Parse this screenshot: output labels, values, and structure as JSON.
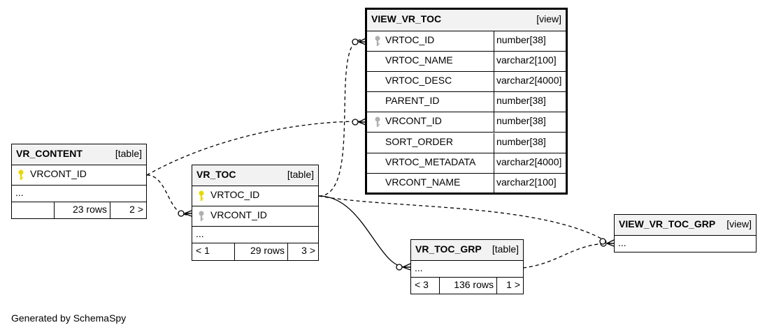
{
  "footer": "Generated by SchemaSpy",
  "colors": {
    "primary_key": "#e8d800",
    "foreign_key": "#b0b0b0",
    "header_bg": "#f2f2f2"
  },
  "tables": {
    "vr_content": {
      "name": "VR_CONTENT",
      "kind": "[table]",
      "columns": [
        {
          "name": "VRCONT_ID",
          "icon": "primary-key-icon"
        }
      ],
      "more": "...",
      "footer": {
        "left": "",
        "rows": "23 rows",
        "right": "2 >"
      }
    },
    "vr_toc": {
      "name": "VR_TOC",
      "kind": "[table]",
      "columns": [
        {
          "name": "VRTOC_ID",
          "icon": "primary-key-icon"
        },
        {
          "name": "VRCONT_ID",
          "icon": "foreign-key-icon"
        }
      ],
      "more": "...",
      "footer": {
        "left": "< 1",
        "rows": "29 rows",
        "right": "3 >"
      }
    },
    "view_vr_toc": {
      "name": "VIEW_VR_TOC",
      "kind": "[view]",
      "columns": [
        {
          "name": "VRTOC_ID",
          "type": "number[38]",
          "icon": "foreign-key-icon"
        },
        {
          "name": "VRTOC_NAME",
          "type": "varchar2[100]"
        },
        {
          "name": "VRTOC_DESC",
          "type": "varchar2[4000]"
        },
        {
          "name": "PARENT_ID",
          "type": "number[38]"
        },
        {
          "name": "VRCONT_ID",
          "type": "number[38]",
          "icon": "foreign-key-icon"
        },
        {
          "name": "SORT_ORDER",
          "type": "number[38]"
        },
        {
          "name": "VRTOC_METADATA",
          "type": "varchar2[4000]"
        },
        {
          "name": "VRCONT_NAME",
          "type": "varchar2[100]"
        }
      ]
    },
    "vr_toc_grp": {
      "name": "VR_TOC_GRP",
      "kind": "[table]",
      "more": "...",
      "footer": {
        "left": "< 3",
        "rows": "136 rows",
        "right": "1 >"
      }
    },
    "view_vr_toc_grp": {
      "name": "VIEW_VR_TOC_GRP",
      "kind": "[view]",
      "more": "..."
    }
  }
}
